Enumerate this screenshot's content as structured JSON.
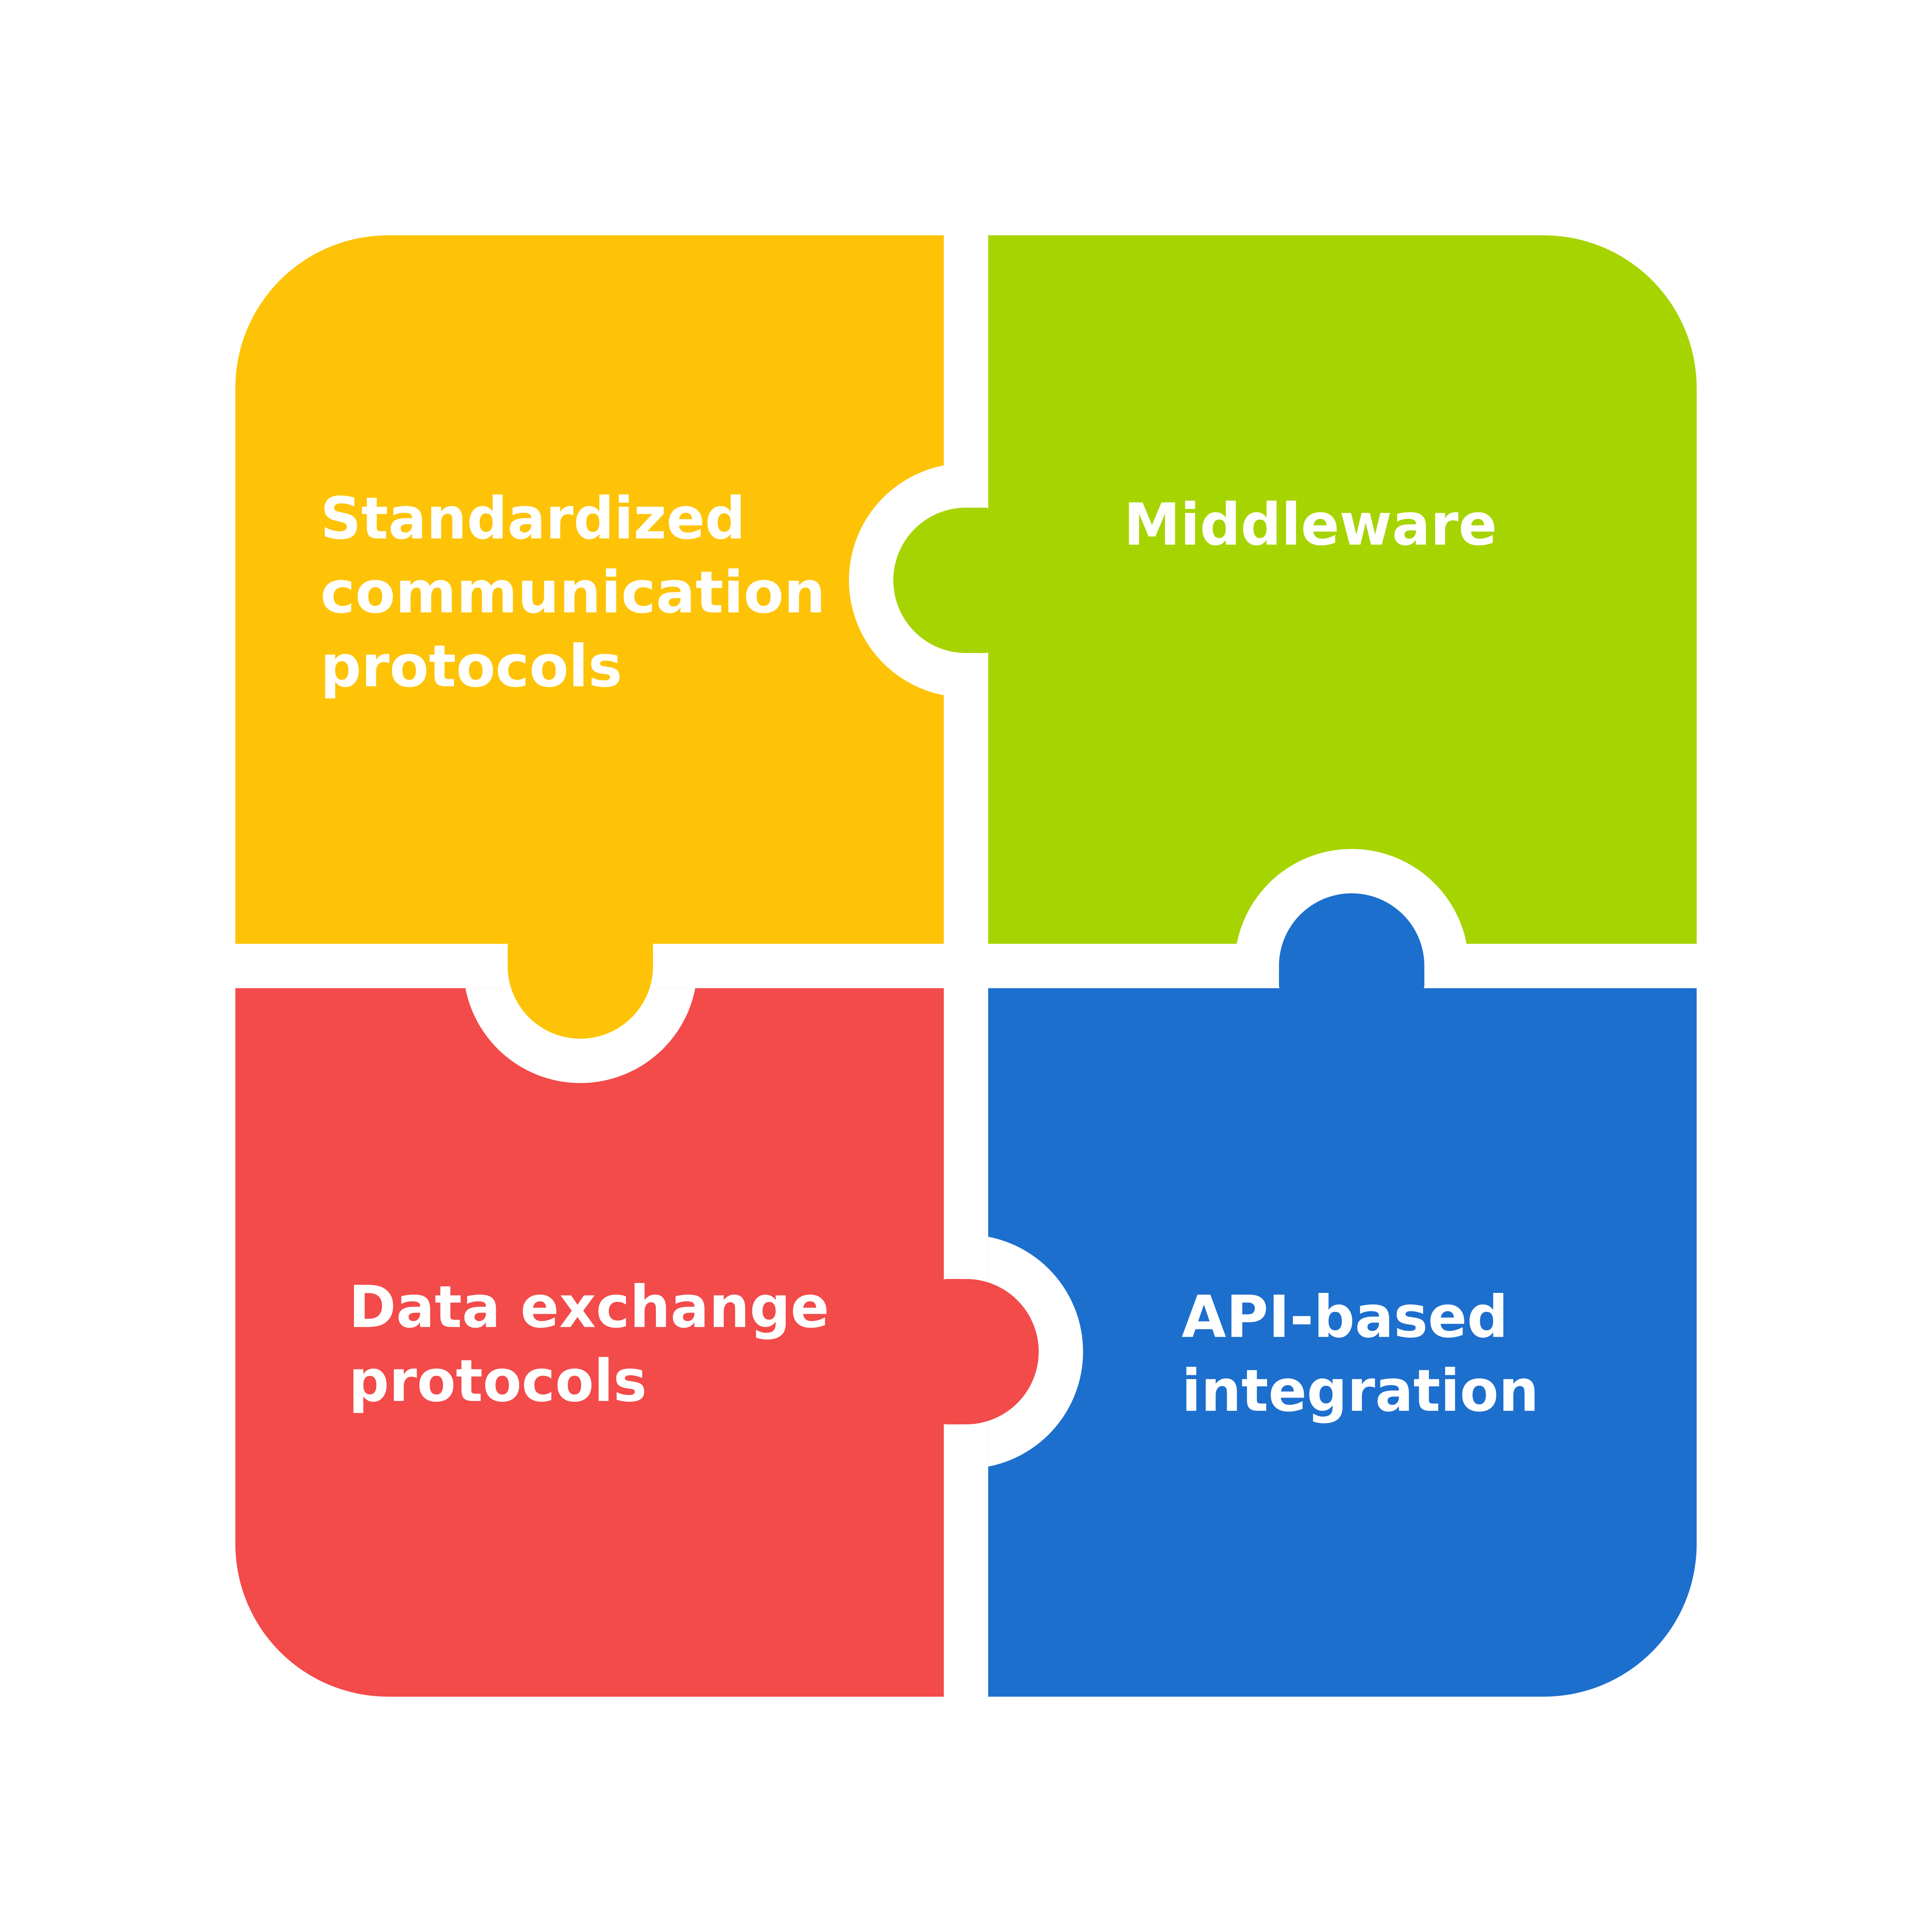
{
  "pieces": [
    {
      "id": "yellow",
      "color": "#FEC307",
      "lines": [
        "Standardized",
        "communication",
        "protocols"
      ]
    },
    {
      "id": "green",
      "color": "#A6D400",
      "lines": [
        "Middleware"
      ]
    },
    {
      "id": "red",
      "color": "#F34A4A",
      "lines": [
        "Data exchange",
        "protocols"
      ]
    },
    {
      "id": "blue",
      "color": "#1D6FCE",
      "lines": [
        "API-based",
        "integration"
      ]
    }
  ]
}
